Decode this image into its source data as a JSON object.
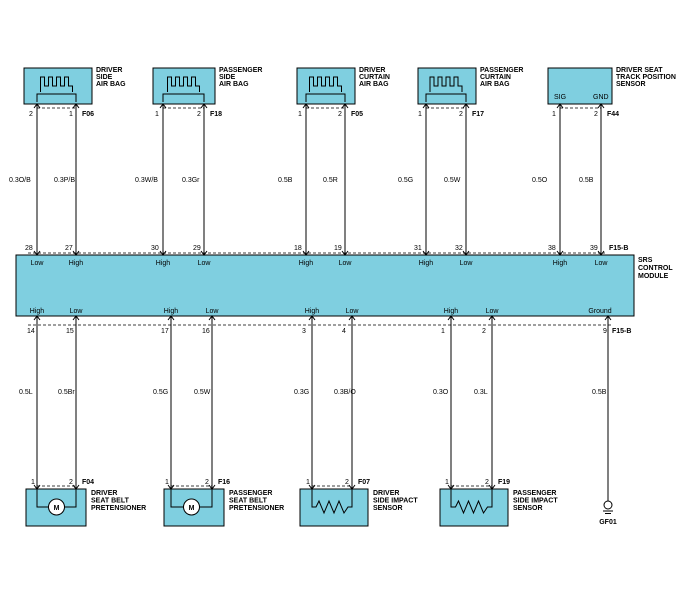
{
  "module": {
    "name_lines": [
      "SRS",
      "CONTROL",
      "MODULE"
    ],
    "top_connector": "F15-B",
    "bottom_connector": "F15-B"
  },
  "top_components": [
    {
      "name_lines": [
        "DRIVER",
        "SIDE",
        "AIR BAG"
      ],
      "connector": "F06",
      "pins": [
        "2",
        "1"
      ],
      "wires": [
        "0.3O/B",
        "0.3P/B"
      ],
      "module_pins": [
        "28",
        "27"
      ],
      "module_labels": [
        "Low",
        "High"
      ],
      "icon": "heater-element-icon"
    },
    {
      "name_lines": [
        "PASSENGER",
        "SIDE",
        "AIR BAG"
      ],
      "connector": "F18",
      "pins": [
        "1",
        "2"
      ],
      "wires": [
        "0.3W/B",
        "0.3Gr"
      ],
      "module_pins": [
        "30",
        "29"
      ],
      "module_labels": [
        "High",
        "Low"
      ],
      "icon": "heater-element-icon"
    },
    {
      "name_lines": [
        "DRIVER",
        "CURTAIN",
        "AIR BAG"
      ],
      "connector": "F05",
      "pins": [
        "1",
        "2"
      ],
      "wires": [
        "0.5B",
        "0.5R"
      ],
      "module_pins": [
        "18",
        "19"
      ],
      "module_labels": [
        "High",
        "Low"
      ],
      "icon": "heater-element-icon"
    },
    {
      "name_lines": [
        "PASSENGER",
        "CURTAIN",
        "AIR BAG"
      ],
      "connector": "F17",
      "pins": [
        "1",
        "2"
      ],
      "wires": [
        "0.5G",
        "0.5W"
      ],
      "module_pins": [
        "31",
        "32"
      ],
      "module_labels": [
        "High",
        "Low"
      ],
      "icon": "heater-element-icon"
    },
    {
      "name_lines": [
        "DRIVER SEAT",
        "TRACK POSITION",
        "SENSOR"
      ],
      "connector": "F44",
      "pins": [
        "1",
        "2"
      ],
      "pin_labels": [
        "SIG",
        "GND"
      ],
      "wires": [
        "0.5O",
        "0.5B"
      ],
      "module_pins": [
        "38",
        "39"
      ],
      "module_labels": [
        "High",
        "Low"
      ],
      "icon": ""
    }
  ],
  "bottom_components": [
    {
      "name_lines": [
        "DRIVER",
        "SEAT BELT",
        "PRETENSIONER"
      ],
      "connector": "F04",
      "pins": [
        "1",
        "2"
      ],
      "wires": [
        "0.5L",
        "0.5Br"
      ],
      "module_pins": [
        "14",
        "15"
      ],
      "module_labels": [
        "High",
        "Low"
      ],
      "icon": "motor-icon",
      "icon_text": "M"
    },
    {
      "name_lines": [
        "PASSENGER",
        "SEAT BELT",
        "PRETENSIONER"
      ],
      "connector": "F16",
      "pins": [
        "1",
        "2"
      ],
      "wires": [
        "0.5G",
        "0.5W"
      ],
      "module_pins": [
        "17",
        "16"
      ],
      "module_labels": [
        "High",
        "Low"
      ],
      "icon": "motor-icon",
      "icon_text": "M"
    },
    {
      "name_lines": [
        "DRIVER",
        "SIDE IMPACT",
        "SENSOR"
      ],
      "connector": "F07",
      "pins": [
        "1",
        "2"
      ],
      "wires": [
        "0.3G",
        "0.3B/O"
      ],
      "module_pins": [
        "3",
        "4"
      ],
      "module_labels": [
        "High",
        "Low"
      ],
      "icon": "resistor-icon"
    },
    {
      "name_lines": [
        "PASSENGER",
        "SIDE IMPACT",
        "SENSOR"
      ],
      "connector": "F19",
      "pins": [
        "1",
        "2"
      ],
      "wires": [
        "0.3O",
        "0.3L"
      ],
      "module_pins": [
        "1",
        "2"
      ],
      "module_labels": [
        "High",
        "Low"
      ],
      "icon": "resistor-icon"
    }
  ],
  "ground": {
    "module_pin": "9",
    "module_label": "Ground",
    "wire": "0.5B",
    "name": "GF01"
  }
}
